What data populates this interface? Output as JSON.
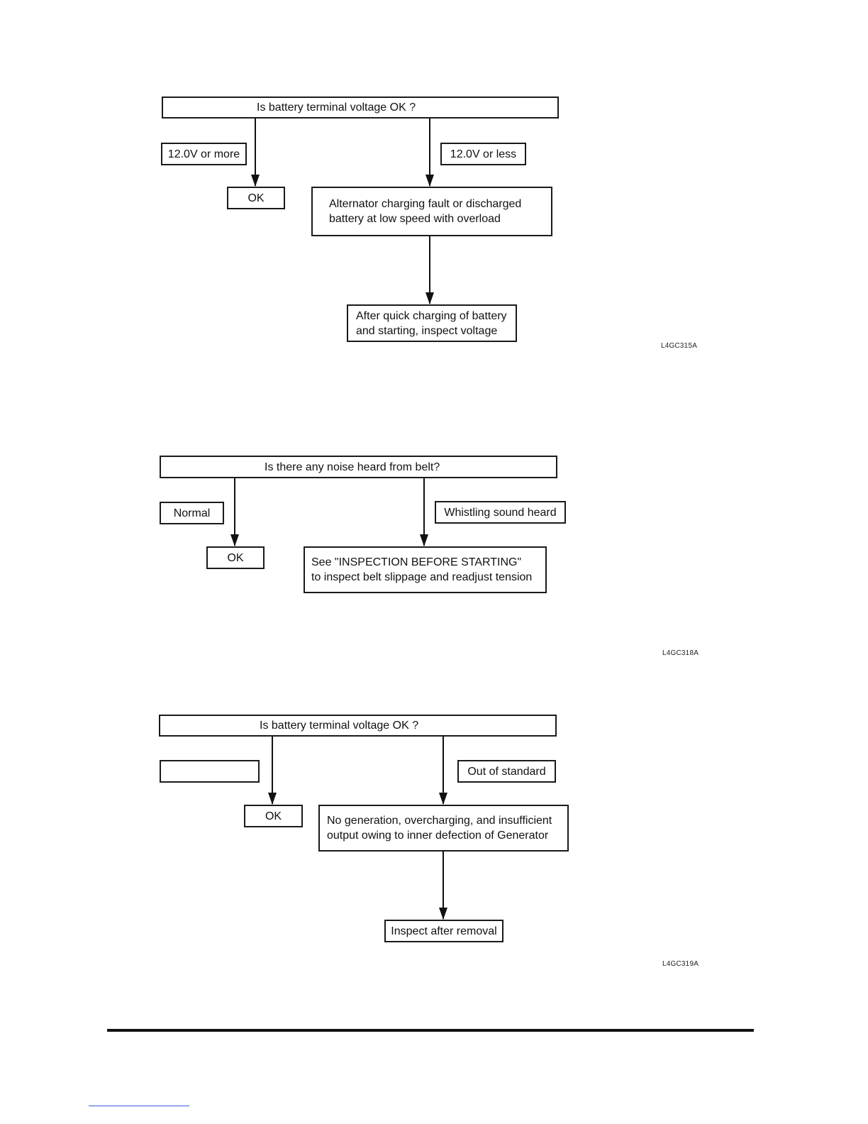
{
  "flowcharts": [
    {
      "question": "Is battery terminal voltage OK ?",
      "left_condition": "12.0V or more",
      "left_result": "OK",
      "right_condition": "12.0V or less",
      "right_result_lines": [
        "Alternator charging fault or discharged",
        "battery at low speed with overload"
      ],
      "next_step_lines": [
        "After quick charging of battery",
        "and starting, inspect voltage"
      ],
      "figure_code": "L4GC315A"
    },
    {
      "question": "Is there any noise heard from belt?",
      "left_condition": "Normal",
      "left_result": "OK",
      "right_condition": "Whistling sound heard",
      "right_result_lines": [
        "See \"INSPECTION BEFORE STARTING\"",
        "to inspect belt slippage and readjust tension"
      ],
      "figure_code": "L4GC318A"
    },
    {
      "question": "Is battery terminal voltage OK ?",
      "left_condition": "",
      "left_result": "OK",
      "right_condition": "Out of standard",
      "right_result_lines": [
        "No generation, overcharging, and insufficient",
        "output owing to inner defection of Generator"
      ],
      "next_step_lines": [
        "Inspect after removal"
      ],
      "figure_code": "L4GC319A"
    }
  ]
}
